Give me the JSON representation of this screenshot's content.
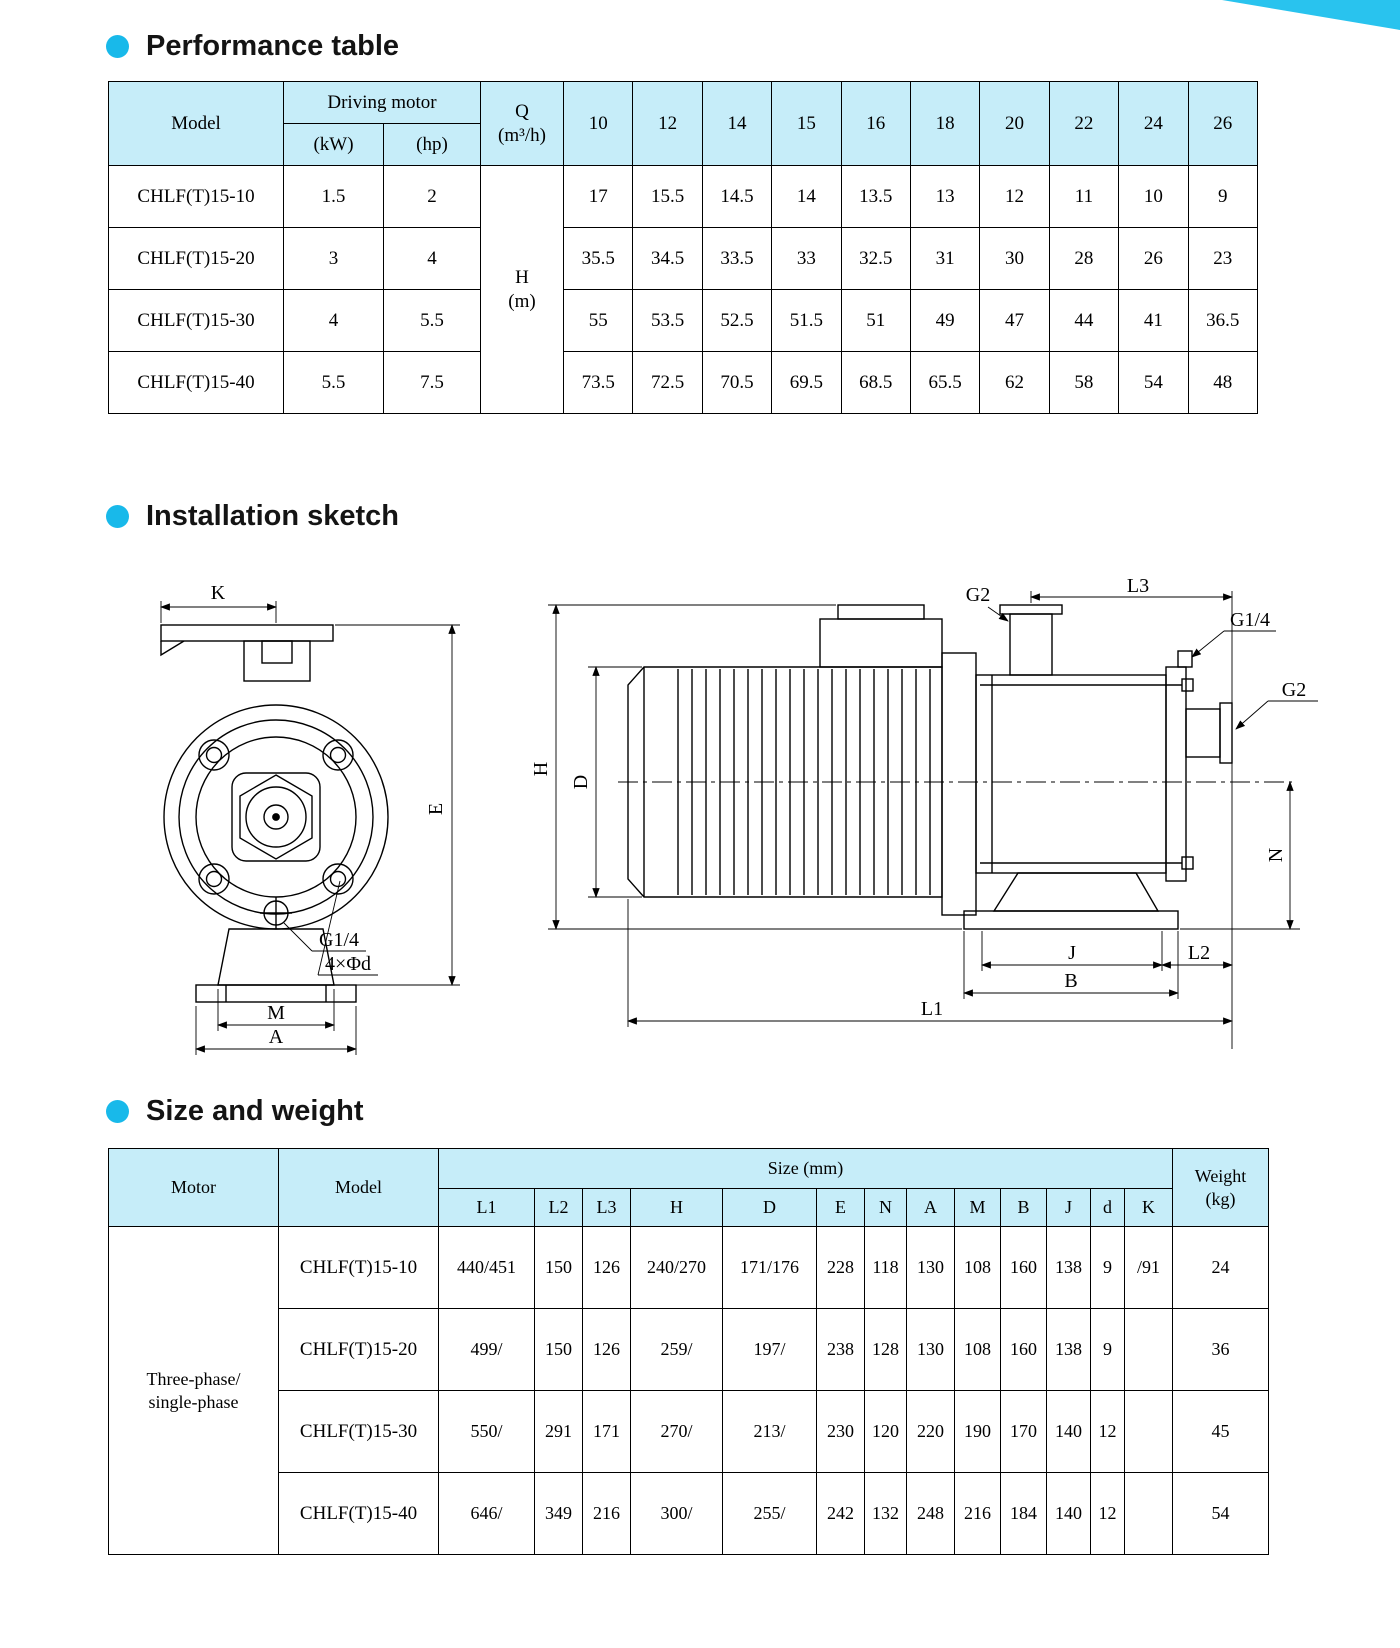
{
  "decor": {
    "corner_color": "#29c3ee",
    "bullet_color": "#18b9ea",
    "header_bg": "#c6edf9"
  },
  "sections": [
    {
      "title": "Performance table"
    },
    {
      "title": "Installation sketch"
    },
    {
      "title": "Size and weight"
    }
  ],
  "performance_table": {
    "header": {
      "model": "Model",
      "driving_motor": "Driving motor",
      "kw": "(kW)",
      "hp": "(hp)",
      "q": "Q",
      "q_unit": "(m³/h)",
      "flows": [
        "10",
        "12",
        "14",
        "15",
        "16",
        "18",
        "20",
        "22",
        "24",
        "26"
      ]
    },
    "h_label": "H",
    "h_unit": "(m)",
    "rows": [
      {
        "model": "CHLF(T)15-10",
        "kw": "1.5",
        "hp": "2",
        "values": [
          "17",
          "15.5",
          "14.5",
          "14",
          "13.5",
          "13",
          "12",
          "11",
          "10",
          "9"
        ]
      },
      {
        "model": "CHLF(T)15-20",
        "kw": "3",
        "hp": "4",
        "values": [
          "35.5",
          "34.5",
          "33.5",
          "33",
          "32.5",
          "31",
          "30",
          "28",
          "26",
          "23"
        ]
      },
      {
        "model": "CHLF(T)15-30",
        "kw": "4",
        "hp": "5.5",
        "values": [
          "55",
          "53.5",
          "52.5",
          "51.5",
          "51",
          "49",
          "47",
          "44",
          "41",
          "36.5"
        ]
      },
      {
        "model": "CHLF(T)15-40",
        "kw": "5.5",
        "hp": "7.5",
        "values": [
          "73.5",
          "72.5",
          "70.5",
          "69.5",
          "68.5",
          "65.5",
          "62",
          "58",
          "54",
          "48"
        ]
      }
    ]
  },
  "sketch": {
    "front": {
      "k": "K",
      "e": "E",
      "m": "M",
      "a": "A",
      "g14": "G1/4",
      "bolt": "4×Φd"
    },
    "side": {
      "h": "H",
      "d": "D",
      "g2_top": "G2",
      "l3": "L3",
      "g14": "G1/4",
      "g2_right": "G2",
      "n": "N",
      "j": "J",
      "b": "B",
      "l1": "L1",
      "l2": "L2"
    }
  },
  "size_table": {
    "header": {
      "motor": "Motor",
      "model": "Model",
      "size_mm": "Size (mm)",
      "dims": [
        "L1",
        "L2",
        "L3",
        "H",
        "D",
        "E",
        "N",
        "A",
        "M",
        "B",
        "J",
        "d",
        "K"
      ],
      "weight_line1": "Weight",
      "weight_line2": "(kg)"
    },
    "motor_line1": "Three-phase/",
    "motor_line2": "single-phase",
    "rows": [
      {
        "model": "CHLF(T)15-10",
        "dims": [
          "440/451",
          "150",
          "126",
          "240/270",
          "171/176",
          "228",
          "118",
          "130",
          "108",
          "160",
          "138",
          "9",
          "/91"
        ],
        "weight": "24"
      },
      {
        "model": "CHLF(T)15-20",
        "dims": [
          "499/",
          "150",
          "126",
          "259/",
          "197/",
          "238",
          "128",
          "130",
          "108",
          "160",
          "138",
          "9",
          ""
        ],
        "weight": "36"
      },
      {
        "model": "CHLF(T)15-30",
        "dims": [
          "550/",
          "291",
          "171",
          "270/",
          "213/",
          "230",
          "120",
          "220",
          "190",
          "170",
          "140",
          "12",
          ""
        ],
        "weight": "45"
      },
      {
        "model": "CHLF(T)15-40",
        "dims": [
          "646/",
          "349",
          "216",
          "300/",
          "255/",
          "242",
          "132",
          "248",
          "216",
          "184",
          "140",
          "12",
          ""
        ],
        "weight": "54"
      }
    ]
  }
}
